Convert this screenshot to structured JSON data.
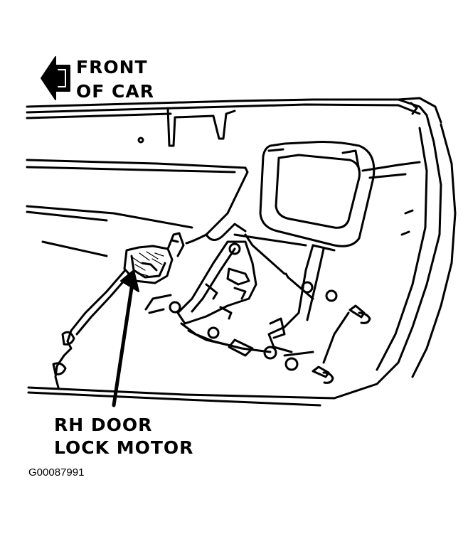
{
  "labels": {
    "front_line1": "FRONT",
    "front_line2": "OF CAR",
    "callout_line1": "RH DOOR",
    "callout_line2": "LOCK MOTOR",
    "figure_code": "G00087991"
  },
  "colors": {
    "ink": "#000000",
    "paper": "#ffffff"
  },
  "icons": {
    "direction": "arrow-left-icon"
  }
}
